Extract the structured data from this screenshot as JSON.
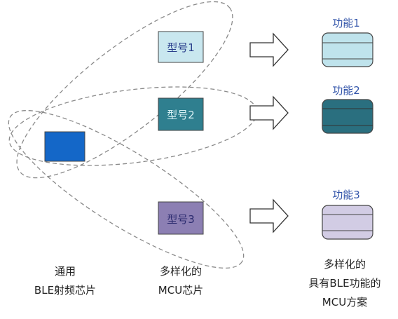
{
  "models": [
    {
      "label": "型号1",
      "fill": "#c9e7ef",
      "text_color": "#2a3f8c"
    },
    {
      "label": "型号2",
      "fill": "#2f7f8f",
      "text_color": "#d8f0f4"
    },
    {
      "label": "型号3",
      "fill": "#8c7fb3",
      "text_color": "#2a2a6e"
    }
  ],
  "functions": [
    {
      "label": "功能1",
      "fill": "#bfe3ec"
    },
    {
      "label": "功能2",
      "fill": "#2a6f7f"
    },
    {
      "label": "功能3",
      "fill": "#d2cce4"
    }
  ],
  "chip": {
    "fill": "#1467c8"
  },
  "captions": {
    "left": [
      "通用",
      "BLE射频芯片"
    ],
    "middle": [
      "多样化的",
      "MCU芯片"
    ],
    "right": [
      "多样化的",
      "具有BLE功能的",
      "MCU方案"
    ]
  },
  "colors": {
    "outline": "#444444",
    "function_label": "#3355aa",
    "caption": "#222222"
  }
}
